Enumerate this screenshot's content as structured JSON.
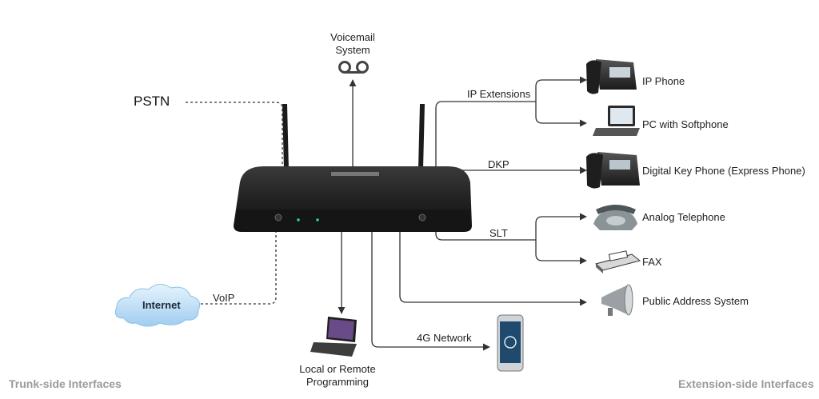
{
  "labels": {
    "pstn": "PSTN",
    "voicemail_line1": "Voicemail",
    "voicemail_line2": "System",
    "ip_extensions": "IP Extensions",
    "dkp": "DKP",
    "slt": "SLT",
    "voip": "VoIP",
    "internet": "Internet",
    "network_4g": "4G Network",
    "programming_line1": "Local or Remote",
    "programming_line2": "Programming",
    "trunk_side": "Trunk-side Interfaces",
    "extension_side": "Extension-side Interfaces"
  },
  "devices": {
    "ip_phone": "IP Phone",
    "pc_softphone": "PC with Softphone",
    "digital_key_phone": "Digital Key Phone (Express Phone)",
    "analog_telephone": "Analog Telephone",
    "fax": "FAX",
    "public_address": "Public Address System"
  },
  "colors": {
    "line": "#333333",
    "router_body": "#262626",
    "cloud_fill": "#bfe0f5",
    "footer_text": "#9a9a9a"
  }
}
